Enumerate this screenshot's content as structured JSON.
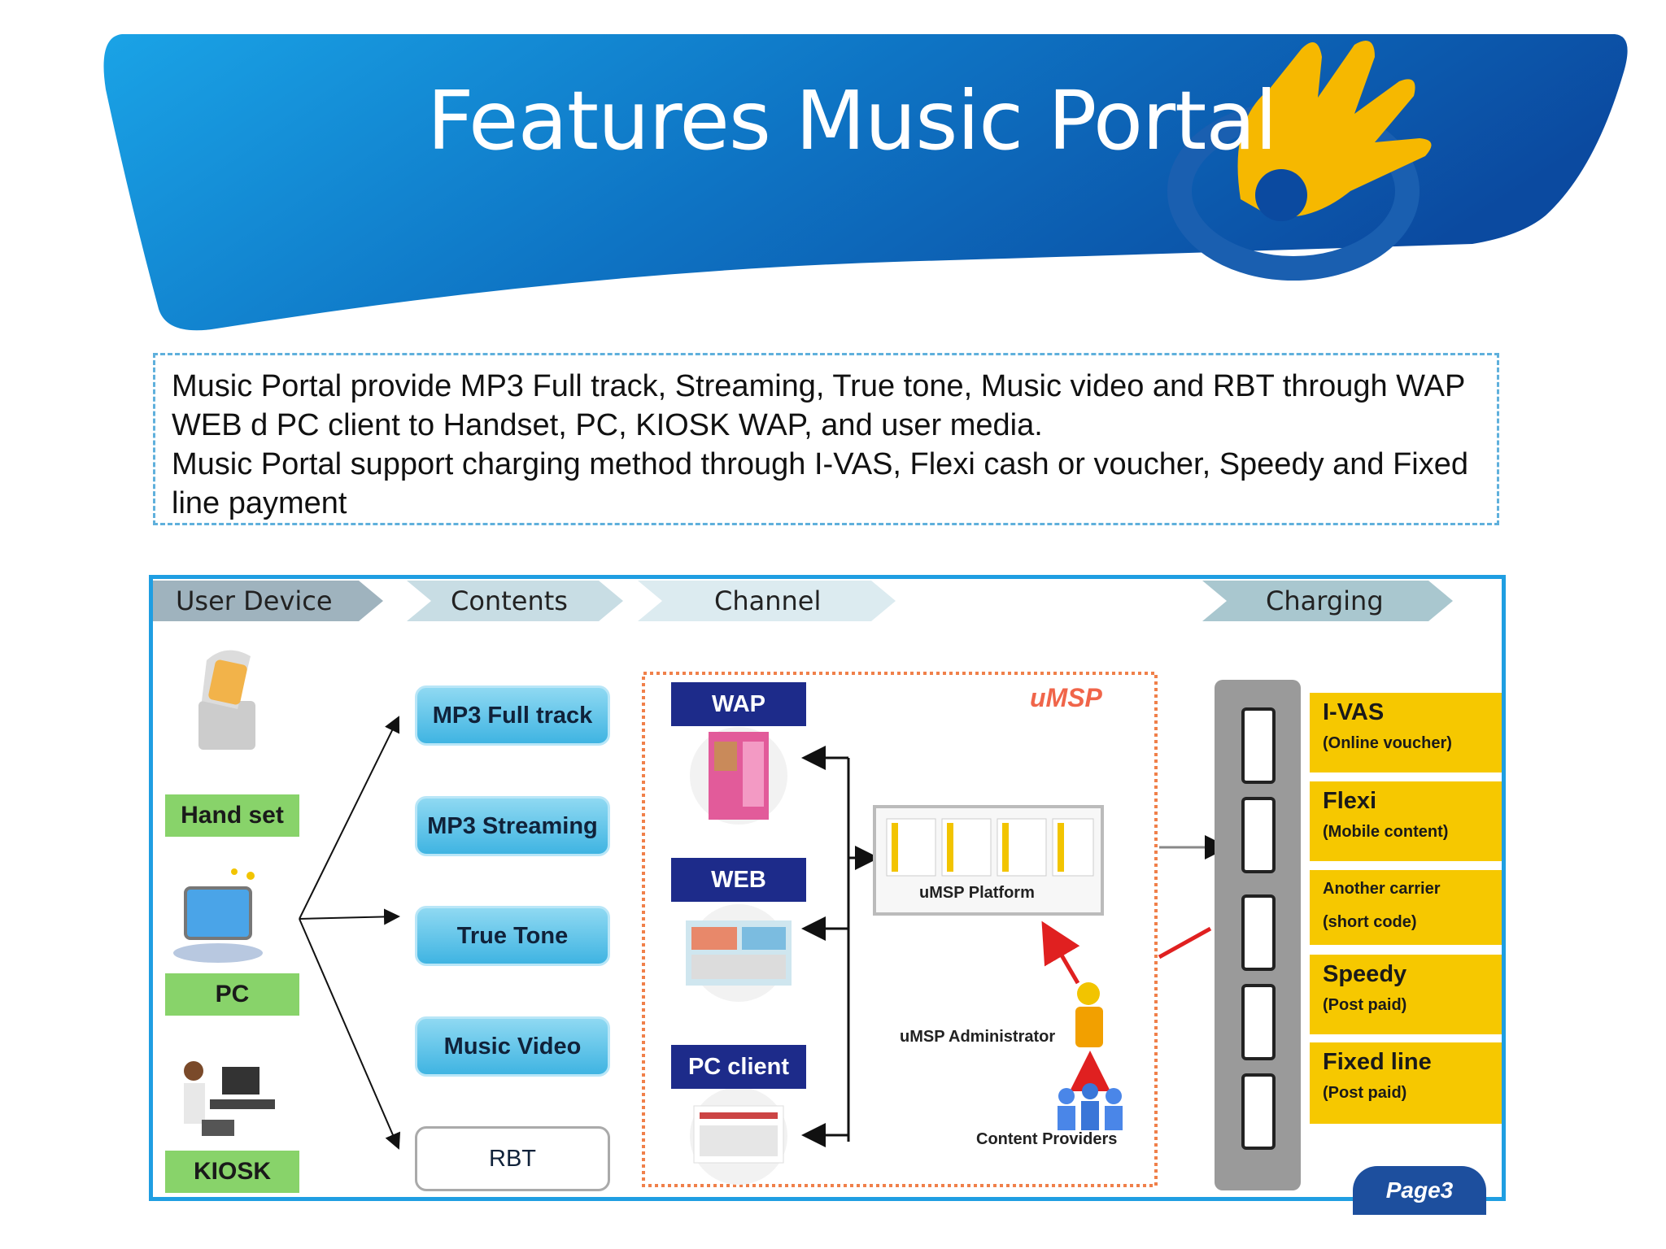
{
  "slide": {
    "title": "Features Music Portal",
    "description": [
      "Music Portal provide MP3 Full track, Streaming, True tone, Music video and RBT through WAP WEB d PC client to Handset, PC, KIOSK WAP, and user media.",
      "Music Portal support  charging method through I-VAS, Flexi cash or voucher, Speedy and Fixed line payment"
    ]
  },
  "diagram": {
    "headers": [
      "User Device",
      "Contents",
      "Channel",
      "Charging"
    ],
    "devices": [
      "Hand set",
      "PC",
      "KIOSK"
    ],
    "contents": [
      "MP3 Full track",
      "MP3 Streaming",
      "True Tone",
      "Music Video",
      "RBT"
    ],
    "channels": [
      "WAP",
      "WEB",
      "PC client"
    ],
    "platform": {
      "brand": "uMSP",
      "platform_label": "uMSP Platform",
      "admin_label": "uMSP Administrator",
      "providers_label": "Content Providers"
    },
    "charging": [
      {
        "name": "I-VAS",
        "sub": "(Online voucher)"
      },
      {
        "name": "Flexi",
        "sub": "(Mobile content)"
      },
      {
        "name": "Another carrier",
        "sub": "(short code)"
      },
      {
        "name": "Speedy",
        "sub": "(Post paid)"
      },
      {
        "name": "Fixed line",
        "sub": "(Post paid)"
      }
    ],
    "page_tag": "Page3"
  },
  "colors": {
    "banner_blue": "#1f8fd6",
    "banner_dark": "#0b3f8f",
    "accent_yellow": "#f6c800",
    "device_green": "#88d36a",
    "channel_navy": "#1d2b8a",
    "umsp_red": "#f0654a"
  }
}
